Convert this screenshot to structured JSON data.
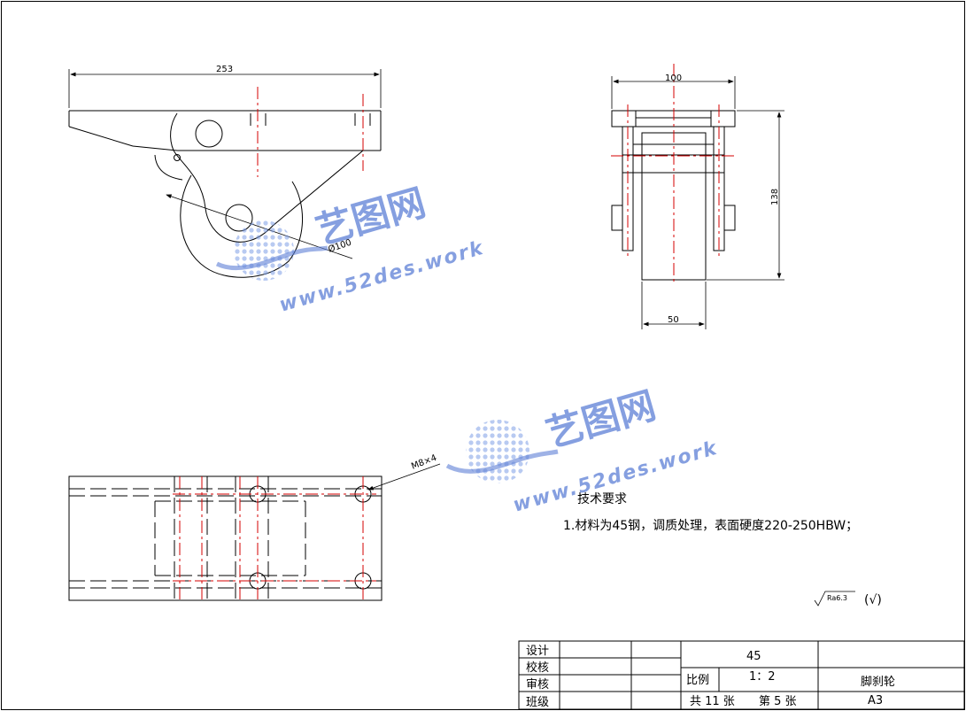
{
  "dimensions": {
    "side_length": "253",
    "wheel_diameter": "Ø100",
    "front_width": "100",
    "front_height": "138",
    "wheel_width": "50",
    "thread": "M8×4"
  },
  "technical_requirements": {
    "title": "技术要求",
    "item1": "1.材料为45钢，调质处理，表面硬度220-250HBW；"
  },
  "roughness": {
    "value": "Ra6.3",
    "mark": "(√)"
  },
  "title_block": {
    "design": "设计",
    "check": "校核",
    "review": "审核",
    "class": "班级",
    "material": "45",
    "scale_label": "比例",
    "scale_value": "1：2",
    "total_sheets": "共 11 张",
    "sheet_no": "第 5 张",
    "part_name": "脚刹轮",
    "paper_size": "A3"
  },
  "watermark": {
    "name": "艺图网",
    "url": "www.52des.work"
  },
  "colors": {
    "centerline": "#d40000",
    "outline": "#000000",
    "watermark": "#5d7fd6"
  }
}
